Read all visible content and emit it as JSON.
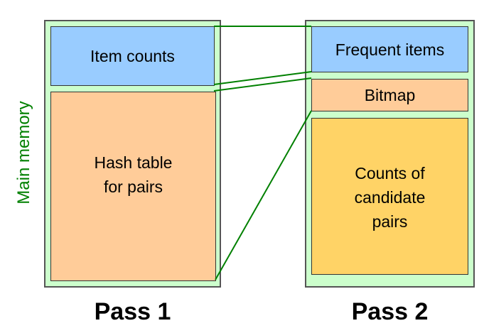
{
  "side_label": "Main memory",
  "passes": [
    {
      "label": "Pass 1",
      "blocks": [
        {
          "text": "Item counts",
          "color": "#99ccff"
        },
        {
          "text": "Hash table\nfor pairs",
          "color": "#ffcc99"
        }
      ]
    },
    {
      "label": "Pass 2",
      "blocks": [
        {
          "text": "Frequent items",
          "color": "#99ccff"
        },
        {
          "text": "Bitmap",
          "color": "#ffcc99"
        },
        {
          "text": "Counts of\ncandidate\npairs",
          "color": "#ffd366"
        }
      ]
    }
  ],
  "colors": {
    "memory_background": "#ccffcc",
    "connector_lines": "#008000",
    "side_label": "#008000"
  }
}
